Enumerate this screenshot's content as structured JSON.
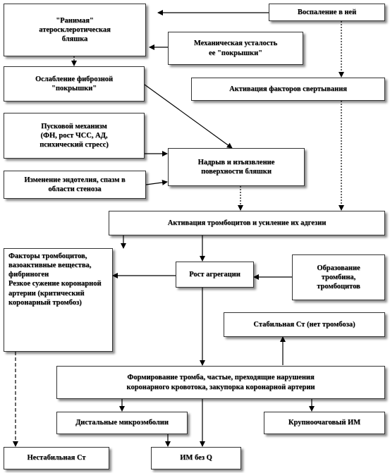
{
  "boxes": {
    "raniyaya": "\"Ранимая\"\nатеросклеротическая\nбляшка",
    "vospalenie": "Воспаление в ней",
    "mekh": "Механическая усталость\nее \"покрышки\"",
    "oslablenie": "Ослабление фиброзной\n\"покрышки\"",
    "aktiv_svert": "Активация факторов свертывания",
    "puskovoy": "Пусковой механизм\n(ФН, рост ЧСС, АД,\nпсихический стресс)",
    "nadryv": "Надрыв и изъязвление\nповерхности бляшки",
    "izmenenie": "Изменение эндотелия, спазм в\nобласти стеноза",
    "aktiv_tromb": "Активация тромбоцитов и усиление их адгезии",
    "faktory": "Факторы тромбоцитов,\nвазоактивные вещества,\nфибриноген\nРезкое сужение коронарной\nартерии (критический\nкоронарный тромбоз)",
    "rost": "Рост агрегации",
    "obrazovanie": "Образование\nтромбина,\nтромбоцитов",
    "stabilnaya": "Стабильная Ст (нет тромбоза)",
    "formirovanie": "Формирование тромба, частые, преходящие нарушения\nкоронарного кровотока, закупорка коронарной артерии",
    "distalnye": "Дистальные микроэмболии",
    "krupno": "Крупноочаговый ИМ",
    "nestabilnaya": "Нестабильная Ст",
    "im_bez_q": "ИМ без Q"
  }
}
